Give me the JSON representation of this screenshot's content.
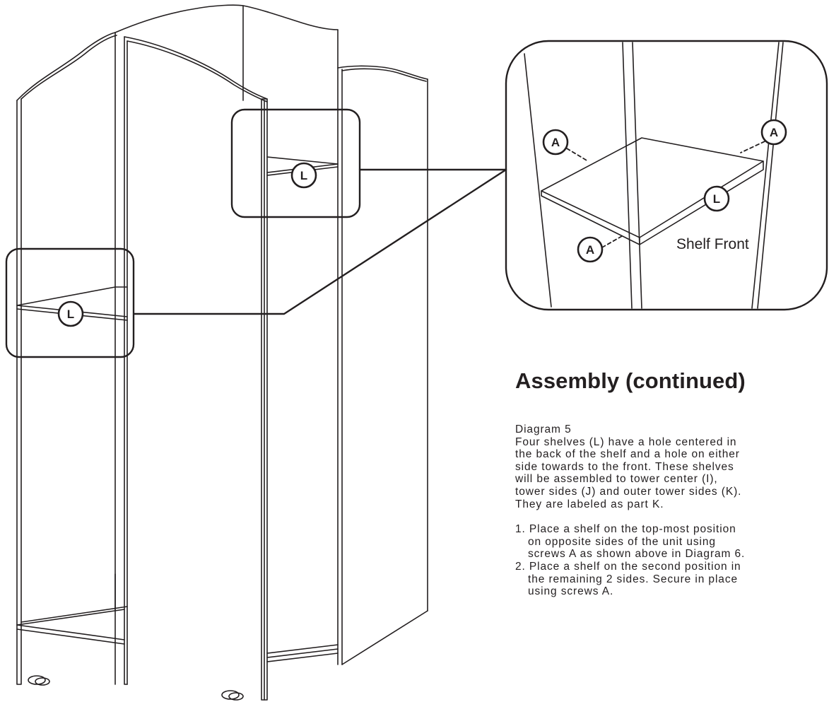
{
  "diagram": {
    "labels": {
      "shelf": "L",
      "screw": "A"
    },
    "detail_caption": "Shelf Front",
    "colors": {
      "ink": "#231f20",
      "background": "#ffffff"
    }
  },
  "text": {
    "heading": "Assembly (continued)",
    "diagram_ref": "Diagram 5",
    "intro_lines": [
      "Four shelves (L) have a hole centered in",
      "the back of the shelf and a hole on either",
      "side towards to the front. These shelves",
      "will be assembled to tower center (I),",
      "tower sides (J) and outer tower sides (K).",
      "They are labeled as part K."
    ],
    "steps": [
      {
        "lines": [
          "1. Place a shelf on the top-most position",
          "on opposite sides of the unit using",
          "screws A as shown above in Diagram 6."
        ]
      },
      {
        "lines": [
          "2. Place a shelf on the second position in",
          "the remaining 2 sides. Secure in place",
          "using screws A."
        ]
      }
    ]
  }
}
